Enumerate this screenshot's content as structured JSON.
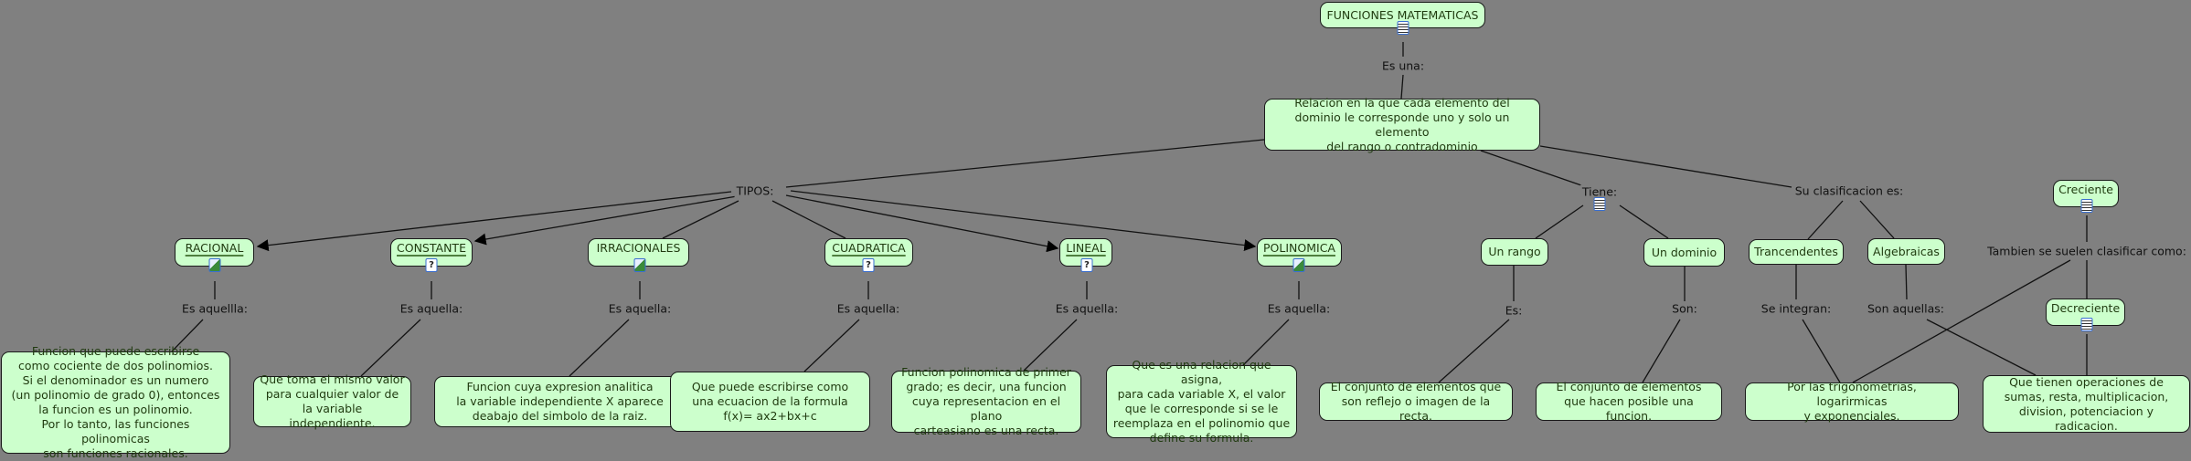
{
  "root": {
    "label": "FUNCIONES MATEMATICAS",
    "icon": "document-icon"
  },
  "es_una": "Es una:",
  "definition": "Relacion en la que cada elemento del\ndominio le corresponde uno y solo un elemento\ndel rango o contradominio",
  "tipos_label": "TIPOS:",
  "tiene_label": "Tiene:",
  "clasificacion_label": "Su clasificacion es:",
  "types": [
    {
      "label": "RACIONAL ",
      "icon": "image-icon",
      "link": "Es aquellla:",
      "desc": "Funcion que puede escribirse\ncomo cociente de dos polinomios.\nSi el denominador es un numero\n(un polinomio de grado 0), entonces\nla funcion es un polinomio.\nPor lo tanto, las funciones polinomicas\nson funciones racionales."
    },
    {
      "label": "CONSTANTE",
      "icon": "help-doc-icon",
      "link": "Es aquella:",
      "desc": "Que toma el mismo valor\npara cualquier valor de\nla variable independiente."
    },
    {
      "label": "IRRACIONALES",
      "icon": "image-icon",
      "link": "Es aquella:",
      "desc": "Funcion cuya expresion analitica\nla variable independiente X aparece\ndeabajo del simbolo de la raiz."
    },
    {
      "label": "CUADRATICA",
      "icon": "help-doc-icon",
      "link": "Es aquella:",
      "desc": "Que puede escribirse como\nuna ecuacion de la formula\nf(x)= ax2+bx+c"
    },
    {
      "label": "LINEAL",
      "icon": "help-doc-icon",
      "link": "Es aquella:",
      "desc": "Funcion polinomica de primer\ngrado; es decir, una funcion\ncuya representacion en el plano\ncarteasiano es una recta."
    },
    {
      "label": "POLINOMICA",
      "icon": "image-icon",
      "link": "Es aquella:",
      "desc": "Que es una relacion que asigna,\npara cada variable X, el valor\nque le corresponde si se le\nreemplaza en el polinomio que\ndefine su formula."
    }
  ],
  "tiene": [
    {
      "label": "Un rango",
      "link": "Es:",
      "desc": "El conjunto de elementos que\nson reflejo o imagen de la recta."
    },
    {
      "label": "Un dominio",
      "link": "Son:",
      "desc": "El conjunto de elementos\nque hacen posible una funcion."
    }
  ],
  "clasificacion": [
    {
      "label": "Trancendentes",
      "link": "Se integran:",
      "desc": "Por las trigonometrias, logarirmicas\ny exponenciales."
    },
    {
      "label": "Algebraicas",
      "link": "Son aquellas:",
      "desc": "Que tienen operaciones de\nsumas, resta, multiplicacion,\ndivision, potenciacion y radicacion."
    }
  ],
  "creciente": "Creciente",
  "tambien_label": "Tambien se suelen clasificar como:",
  "decreciente": "Decreciente",
  "colors": {
    "background": "#808080",
    "node_fill": "#ccffcc",
    "node_border": "#1a1a1a",
    "text": "#1f3a0f",
    "icon_border": "#3a6fd0"
  }
}
